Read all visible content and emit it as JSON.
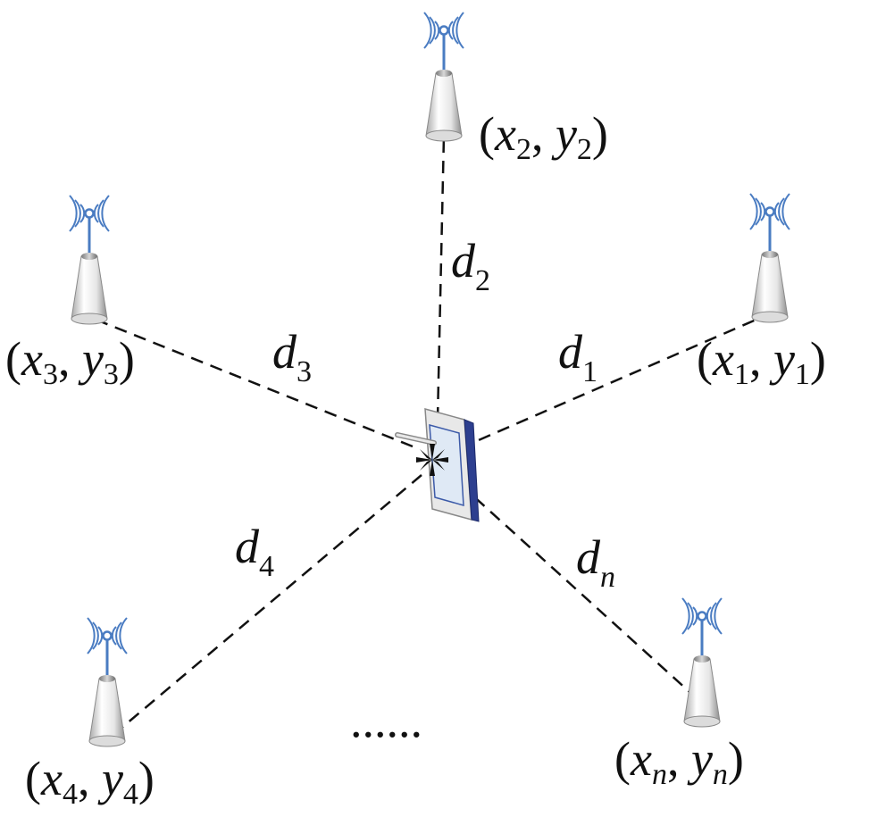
{
  "diagram": {
    "colors": {
      "antenna": "#4a7cc2",
      "tower_body_light": "#f5f5f5",
      "tower_body_dark": "#9a9a9a",
      "device_accent": "#2d3f8f",
      "line": "#111111"
    },
    "anchors": [
      {
        "coord_var_x": "x",
        "coord_sub_x": "1",
        "coord_var_y": "y",
        "coord_sub_y": "1",
        "dist_var": "d",
        "dist_sub": "1"
      },
      {
        "coord_var_x": "x",
        "coord_sub_x": "2",
        "coord_var_y": "y",
        "coord_sub_y": "2",
        "dist_var": "d",
        "dist_sub": "2"
      },
      {
        "coord_var_x": "x",
        "coord_sub_x": "3",
        "coord_var_y": "y",
        "coord_sub_y": "3",
        "dist_var": "d",
        "dist_sub": "3"
      },
      {
        "coord_var_x": "x",
        "coord_sub_x": "4",
        "coord_var_y": "y",
        "coord_sub_y": "4",
        "dist_var": "d",
        "dist_sub": "4"
      },
      {
        "coord_var_x": "x",
        "coord_sub_x": "n",
        "coord_var_y": "y",
        "coord_sub_y": "n",
        "dist_var": "d",
        "dist_sub": "n"
      }
    ],
    "ellipsis": "......"
  }
}
